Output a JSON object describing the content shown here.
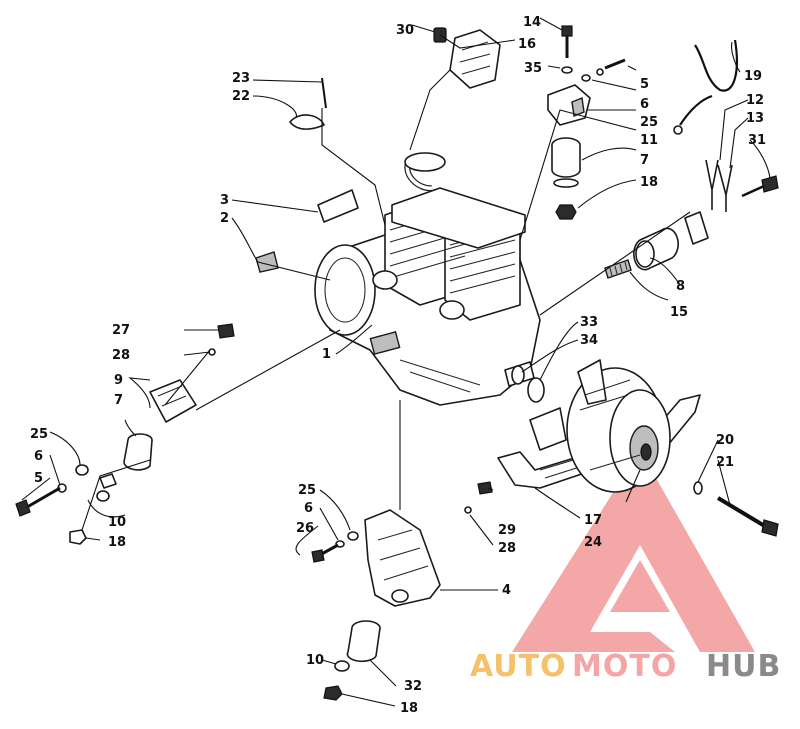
{
  "callouts": [
    {
      "id": "c1",
      "text": "1"
    },
    {
      "id": "c2",
      "text": "2"
    },
    {
      "id": "c3",
      "text": "3"
    },
    {
      "id": "c4",
      "text": "4"
    },
    {
      "id": "c5a",
      "text": "5"
    },
    {
      "id": "c5b",
      "text": "5"
    },
    {
      "id": "c6a",
      "text": "6"
    },
    {
      "id": "c6b",
      "text": "6"
    },
    {
      "id": "c6c",
      "text": "6"
    },
    {
      "id": "c7a",
      "text": "7"
    },
    {
      "id": "c7b",
      "text": "7"
    },
    {
      "id": "c8",
      "text": "8"
    },
    {
      "id": "c9",
      "text": "9"
    },
    {
      "id": "c10a",
      "text": "10"
    },
    {
      "id": "c10b",
      "text": "10"
    },
    {
      "id": "c11",
      "text": "11"
    },
    {
      "id": "c12",
      "text": "12"
    },
    {
      "id": "c13",
      "text": "13"
    },
    {
      "id": "c14",
      "text": "14"
    },
    {
      "id": "c15",
      "text": "15"
    },
    {
      "id": "c16",
      "text": "16"
    },
    {
      "id": "c17",
      "text": "17"
    },
    {
      "id": "c18a",
      "text": "18"
    },
    {
      "id": "c18b",
      "text": "18"
    },
    {
      "id": "c18c",
      "text": "18"
    },
    {
      "id": "c19",
      "text": "19"
    },
    {
      "id": "c20",
      "text": "20"
    },
    {
      "id": "c21",
      "text": "21"
    },
    {
      "id": "c22",
      "text": "22"
    },
    {
      "id": "c23",
      "text": "23"
    },
    {
      "id": "c24",
      "text": "24"
    },
    {
      "id": "c25a",
      "text": "25"
    },
    {
      "id": "c25b",
      "text": "25"
    },
    {
      "id": "c25c",
      "text": "25"
    },
    {
      "id": "c26",
      "text": "26"
    },
    {
      "id": "c27",
      "text": "27"
    },
    {
      "id": "c28a",
      "text": "28"
    },
    {
      "id": "c28b",
      "text": "28"
    },
    {
      "id": "c29",
      "text": "29"
    },
    {
      "id": "c30",
      "text": "30"
    },
    {
      "id": "c31",
      "text": "31"
    },
    {
      "id": "c32",
      "text": "32"
    },
    {
      "id": "c33",
      "text": "33"
    },
    {
      "id": "c34",
      "text": "34"
    },
    {
      "id": "c35",
      "text": "35"
    }
  ],
  "watermark": {
    "word_1": "AUTO",
    "word_2": "MOTO",
    "word_3": "HUB",
    "color_1": "#f5c26b",
    "color_2": "#f4a6a6",
    "color_3": "#8a8a8a",
    "logo_color": "#f08a8a"
  }
}
